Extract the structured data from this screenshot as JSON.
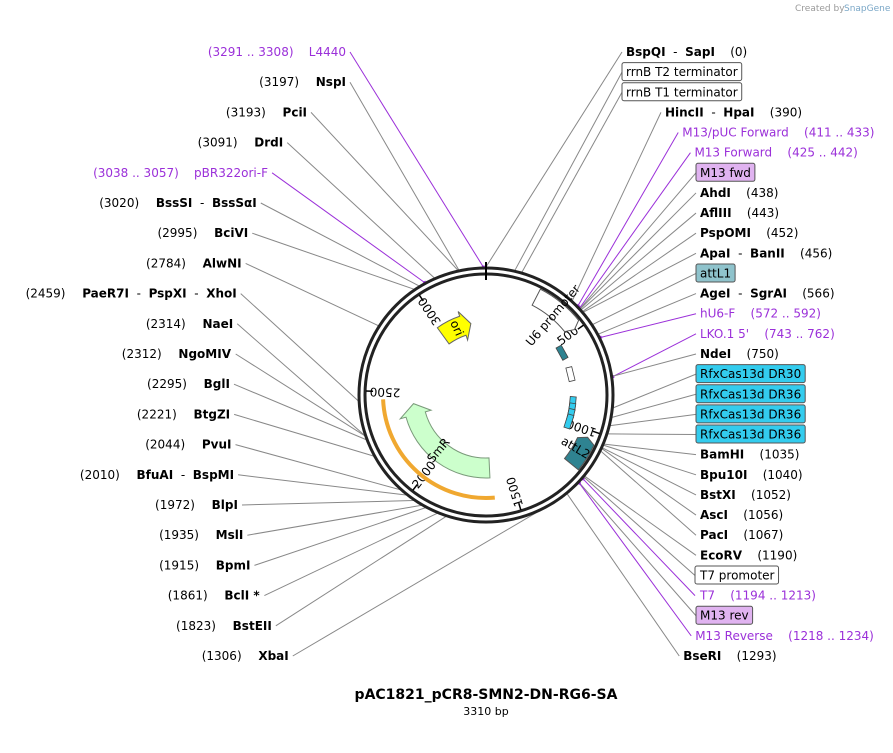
{
  "map": {
    "name": "pAC1821_pCR8-SMN2-DN-RG6-SA",
    "length": 3310,
    "length_label": "3310 bp",
    "attribution": "Created by",
    "brand": "SnapGene"
  },
  "ticks": [
    500,
    1000,
    1500,
    2000,
    2500,
    3000
  ],
  "ring_features": [
    {
      "label": "U6 promoter",
      "start": 250,
      "end": 492,
      "color": "#ffffff",
      "direction": 1
    },
    {
      "label": "attL2",
      "start": 1035,
      "end": 1186,
      "color": "#2f8391",
      "direction": -1
    }
  ],
  "inner_features": [
    {
      "label": "ori",
      "start": 2980,
      "end": 3200,
      "color": "#ffff00",
      "direction": 1
    },
    {
      "label": "SmR",
      "start": 1630,
      "end": 2420,
      "color": "#ccffcc",
      "direction": -1
    }
  ],
  "labels": [
    {
      "side": "R",
      "parts": [
        {
          "t": "BspQI",
          "c": "enz"
        },
        {
          "t": "  -  ",
          "c": "pos"
        },
        {
          "t": "SapI",
          "c": "enz"
        },
        {
          "t": "    (0)",
          "c": "pos"
        }
      ],
      "pos": 0,
      "kind": "site"
    },
    {
      "side": "R",
      "parts": [
        {
          "t": "rrnB T2 terminator",
          "c": "pos"
        }
      ],
      "pos": 120,
      "kind": "box",
      "fill": "#ffffff"
    },
    {
      "side": "R",
      "parts": [
        {
          "t": "rrnB T1 terminator",
          "c": "pos"
        }
      ],
      "pos": 150,
      "kind": "box",
      "fill": "#ffffff"
    },
    {
      "side": "R",
      "parts": [
        {
          "t": "HincII",
          "c": "enz"
        },
        {
          "t": "  -  ",
          "c": "pos"
        },
        {
          "t": "HpaI",
          "c": "enz"
        },
        {
          "t": "    (390)",
          "c": "pos"
        }
      ],
      "pos": 390,
      "kind": "site"
    },
    {
      "side": "R",
      "parts": [
        {
          "t": "M13/pUC Forward",
          "c": "prim"
        },
        {
          "t": "    (411 .. 433)",
          "c": "prim"
        }
      ],
      "pos": 422,
      "kind": "primer"
    },
    {
      "side": "R",
      "parts": [
        {
          "t": "M13 Forward",
          "c": "prim"
        },
        {
          "t": "    (425 .. 442)",
          "c": "prim"
        }
      ],
      "pos": 433,
      "kind": "primer"
    },
    {
      "side": "R",
      "parts": [
        {
          "t": "M13 fwd",
          "c": "pos"
        }
      ],
      "pos": 436,
      "kind": "box",
      "fill": "#e0b3f0"
    },
    {
      "side": "R",
      "parts": [
        {
          "t": "AhdI",
          "c": "enz"
        },
        {
          "t": "    (438)",
          "c": "pos"
        }
      ],
      "pos": 438,
      "kind": "site"
    },
    {
      "side": "R",
      "parts": [
        {
          "t": "AflIII",
          "c": "enz"
        },
        {
          "t": "    (443)",
          "c": "pos"
        }
      ],
      "pos": 443,
      "kind": "site"
    },
    {
      "side": "R",
      "parts": [
        {
          "t": "PspOMI",
          "c": "enz"
        },
        {
          "t": "    (452)",
          "c": "pos"
        }
      ],
      "pos": 452,
      "kind": "site"
    },
    {
      "side": "R",
      "parts": [
        {
          "t": "ApaI",
          "c": "enz"
        },
        {
          "t": "  -  ",
          "c": "pos"
        },
        {
          "t": "BanII",
          "c": "enz"
        },
        {
          "t": "    (456)",
          "c": "pos"
        }
      ],
      "pos": 456,
      "kind": "site"
    },
    {
      "side": "R",
      "parts": [
        {
          "t": "attL1",
          "c": "pos"
        }
      ],
      "pos": 520,
      "kind": "box",
      "fill": "#8fc3cc"
    },
    {
      "side": "R",
      "parts": [
        {
          "t": "AgeI",
          "c": "enz"
        },
        {
          "t": "  -  ",
          "c": "pos"
        },
        {
          "t": "SgrAI",
          "c": "enz"
        },
        {
          "t": "    (566)",
          "c": "pos"
        }
      ],
      "pos": 566,
      "kind": "site"
    },
    {
      "side": "R",
      "parts": [
        {
          "t": "hU6-F",
          "c": "prim"
        },
        {
          "t": "    (572 .. 592)",
          "c": "prim"
        }
      ],
      "pos": 582,
      "kind": "primer"
    },
    {
      "side": "R",
      "parts": [
        {
          "t": "LKO.1 5'",
          "c": "prim"
        },
        {
          "t": "    (743 .. 762)",
          "c": "prim"
        }
      ],
      "pos": 752,
      "kind": "primer"
    },
    {
      "side": "R",
      "parts": [
        {
          "t": "NdeI",
          "c": "enz"
        },
        {
          "t": "    (750)",
          "c": "pos"
        }
      ],
      "pos": 750,
      "kind": "site"
    },
    {
      "side": "R",
      "parts": [
        {
          "t": "RfxCas13d DR30",
          "c": "pos"
        }
      ],
      "pos": 880,
      "kind": "box",
      "fill": "#33ccee"
    },
    {
      "side": "R",
      "parts": [
        {
          "t": "RfxCas13d DR36",
          "c": "pos"
        }
      ],
      "pos": 920,
      "kind": "box",
      "fill": "#33ccee"
    },
    {
      "side": "R",
      "parts": [
        {
          "t": "RfxCas13d DR36",
          "c": "pos"
        }
      ],
      "pos": 955,
      "kind": "box",
      "fill": "#33ccee"
    },
    {
      "side": "R",
      "parts": [
        {
          "t": "RfxCas13d DR36",
          "c": "pos"
        }
      ],
      "pos": 990,
      "kind": "box",
      "fill": "#33ccee"
    },
    {
      "side": "R",
      "parts": [
        {
          "t": "BamHI",
          "c": "enz"
        },
        {
          "t": "    (1035)",
          "c": "pos"
        }
      ],
      "pos": 1035,
      "kind": "site"
    },
    {
      "side": "R",
      "parts": [
        {
          "t": "Bpu10I",
          "c": "enz"
        },
        {
          "t": "    (1040)",
          "c": "pos"
        }
      ],
      "pos": 1040,
      "kind": "site"
    },
    {
      "side": "R",
      "parts": [
        {
          "t": "BstXI",
          "c": "enz"
        },
        {
          "t": "    (1052)",
          "c": "pos"
        }
      ],
      "pos": 1052,
      "kind": "site"
    },
    {
      "side": "R",
      "parts": [
        {
          "t": "AscI",
          "c": "enz"
        },
        {
          "t": "    (1056)",
          "c": "pos"
        }
      ],
      "pos": 1056,
      "kind": "site"
    },
    {
      "side": "R",
      "parts": [
        {
          "t": "PacI",
          "c": "enz"
        },
        {
          "t": "    (1067)",
          "c": "pos"
        }
      ],
      "pos": 1067,
      "kind": "site"
    },
    {
      "side": "R",
      "parts": [
        {
          "t": "EcoRV",
          "c": "enz"
        },
        {
          "t": "    (1190)",
          "c": "pos"
        }
      ],
      "pos": 1190,
      "kind": "site"
    },
    {
      "side": "R",
      "parts": [
        {
          "t": "T7 promoter",
          "c": "pos"
        }
      ],
      "pos": 1195,
      "kind": "box",
      "fill": "#ffffff"
    },
    {
      "side": "R",
      "parts": [
        {
          "t": "T7",
          "c": "prim"
        },
        {
          "t": "    (1194 .. 1213)",
          "c": "prim"
        }
      ],
      "pos": 1203,
      "kind": "primer"
    },
    {
      "side": "R",
      "parts": [
        {
          "t": "M13 rev",
          "c": "pos"
        }
      ],
      "pos": 1225,
      "kind": "box",
      "fill": "#e0b3f0"
    },
    {
      "side": "R",
      "parts": [
        {
          "t": "M13 Reverse",
          "c": "prim"
        },
        {
          "t": "    (1218 .. 1234)",
          "c": "prim"
        }
      ],
      "pos": 1226,
      "kind": "primer"
    },
    {
      "side": "R",
      "parts": [
        {
          "t": "BseRI",
          "c": "enz"
        },
        {
          "t": "    (1293)",
          "c": "pos"
        }
      ],
      "pos": 1293,
      "kind": "site"
    },
    {
      "side": "L",
      "parts": [
        {
          "t": "(1306)",
          "c": "pos"
        },
        {
          "t": "    XbaI",
          "c": "enz"
        }
      ],
      "pos": 1306,
      "kind": "site"
    },
    {
      "side": "L",
      "parts": [
        {
          "t": "(1823)",
          "c": "pos"
        },
        {
          "t": "    BstEII",
          "c": "enz"
        }
      ],
      "pos": 1823,
      "kind": "site"
    },
    {
      "side": "L",
      "parts": [
        {
          "t": "(1861)",
          "c": "pos"
        },
        {
          "t": "    BclI *",
          "c": "enz"
        }
      ],
      "pos": 1861,
      "kind": "site"
    },
    {
      "side": "L",
      "parts": [
        {
          "t": "(1915)",
          "c": "pos"
        },
        {
          "t": "    BpmI",
          "c": "enz"
        }
      ],
      "pos": 1915,
      "kind": "site"
    },
    {
      "side": "L",
      "parts": [
        {
          "t": "(1935)",
          "c": "pos"
        },
        {
          "t": "    MslI",
          "c": "enz"
        }
      ],
      "pos": 1935,
      "kind": "site"
    },
    {
      "side": "L",
      "parts": [
        {
          "t": "(1972)",
          "c": "pos"
        },
        {
          "t": "    BlpI",
          "c": "enz"
        }
      ],
      "pos": 1972,
      "kind": "site"
    },
    {
      "side": "L",
      "parts": [
        {
          "t": "(2010)",
          "c": "pos"
        },
        {
          "t": "    BfuAI",
          "c": "enz"
        },
        {
          "t": "  -  ",
          "c": "pos"
        },
        {
          "t": "BspMI",
          "c": "enz"
        }
      ],
      "pos": 2010,
      "kind": "site"
    },
    {
      "side": "L",
      "parts": [
        {
          "t": "(2044)",
          "c": "pos"
        },
        {
          "t": "    PvuI",
          "c": "enz"
        }
      ],
      "pos": 2044,
      "kind": "site"
    },
    {
      "side": "L",
      "parts": [
        {
          "t": "(2221)",
          "c": "pos"
        },
        {
          "t": "    BtgZI",
          "c": "enz"
        }
      ],
      "pos": 2221,
      "kind": "site"
    },
    {
      "side": "L",
      "parts": [
        {
          "t": "(2295)",
          "c": "pos"
        },
        {
          "t": "    BglI",
          "c": "enz"
        }
      ],
      "pos": 2295,
      "kind": "site"
    },
    {
      "side": "L",
      "parts": [
        {
          "t": "(2312)",
          "c": "pos"
        },
        {
          "t": "    NgoMIV",
          "c": "enz"
        }
      ],
      "pos": 2312,
      "kind": "site"
    },
    {
      "side": "L",
      "parts": [
        {
          "t": "(2314)",
          "c": "pos"
        },
        {
          "t": "    NaeI",
          "c": "enz"
        }
      ],
      "pos": 2314,
      "kind": "site"
    },
    {
      "side": "L",
      "parts": [
        {
          "t": "(2459)",
          "c": "pos"
        },
        {
          "t": "    PaeR7I",
          "c": "enz"
        },
        {
          "t": "  -  ",
          "c": "pos"
        },
        {
          "t": "PspXI",
          "c": "enz"
        },
        {
          "t": "  -  ",
          "c": "pos"
        },
        {
          "t": "XhoI",
          "c": "enz"
        }
      ],
      "pos": 2459,
      "kind": "site"
    },
    {
      "side": "L",
      "parts": [
        {
          "t": "(2784)",
          "c": "pos"
        },
        {
          "t": "    AlwNI",
          "c": "enz"
        }
      ],
      "pos": 2784,
      "kind": "site"
    },
    {
      "side": "L",
      "parts": [
        {
          "t": "(2995)",
          "c": "pos"
        },
        {
          "t": "    BciVI",
          "c": "enz"
        }
      ],
      "pos": 2995,
      "kind": "site"
    },
    {
      "side": "L",
      "parts": [
        {
          "t": "(3020)",
          "c": "pos"
        },
        {
          "t": "    BssSI",
          "c": "enz"
        },
        {
          "t": "  -  ",
          "c": "pos"
        },
        {
          "t": "BssSαI",
          "c": "enz"
        }
      ],
      "pos": 3020,
      "kind": "site"
    },
    {
      "side": "L",
      "parts": [
        {
          "t": "(3038 .. 3057)",
          "c": "prim"
        },
        {
          "t": "    pBR322ori-F",
          "c": "prim"
        }
      ],
      "pos": 3047,
      "kind": "primer"
    },
    {
      "side": "L",
      "parts": [
        {
          "t": "(3091)",
          "c": "pos"
        },
        {
          "t": "    DrdI",
          "c": "enz"
        }
      ],
      "pos": 3091,
      "kind": "site"
    },
    {
      "side": "L",
      "parts": [
        {
          "t": "(3193)",
          "c": "pos"
        },
        {
          "t": "    PciI",
          "c": "enz"
        }
      ],
      "pos": 3193,
      "kind": "site"
    },
    {
      "side": "L",
      "parts": [
        {
          "t": "(3197)",
          "c": "pos"
        },
        {
          "t": "    NspI",
          "c": "enz"
        }
      ],
      "pos": 3197,
      "kind": "site"
    },
    {
      "side": "L",
      "parts": [
        {
          "t": "(3291 .. 3308)",
          "c": "prim"
        },
        {
          "t": "    L4440",
          "c": "prim"
        }
      ],
      "pos": 3299,
      "kind": "primer"
    }
  ]
}
